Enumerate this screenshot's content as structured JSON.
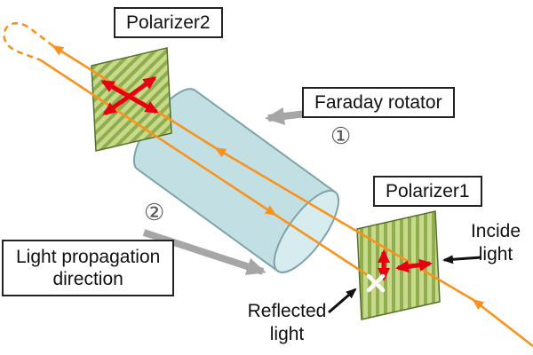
{
  "diagram": {
    "labels": {
      "polarizer2": "Polarizer2",
      "faraday_rotator": "Faraday rotator",
      "polarizer1": "Polarizer1",
      "light_propagation_line1": "Light propagation",
      "light_propagation_line2": "direction",
      "reflected_line1": "Reflected",
      "reflected_line2": "light",
      "incident_line1": "Incide",
      "incident_line2": "light",
      "step1": "①",
      "step2": "②"
    },
    "colors": {
      "beam": "#f7931e",
      "gray_arrow": "#a6a6a6",
      "red_arrow": "#e60012",
      "polarizer_fill": "#c9d98b",
      "polarizer_stripe": "#8fae4e",
      "cylinder_fill": "#c2e0e3",
      "cylinder_face": "#d6ecee",
      "cylinder_stroke": "#7fa3ab"
    }
  }
}
